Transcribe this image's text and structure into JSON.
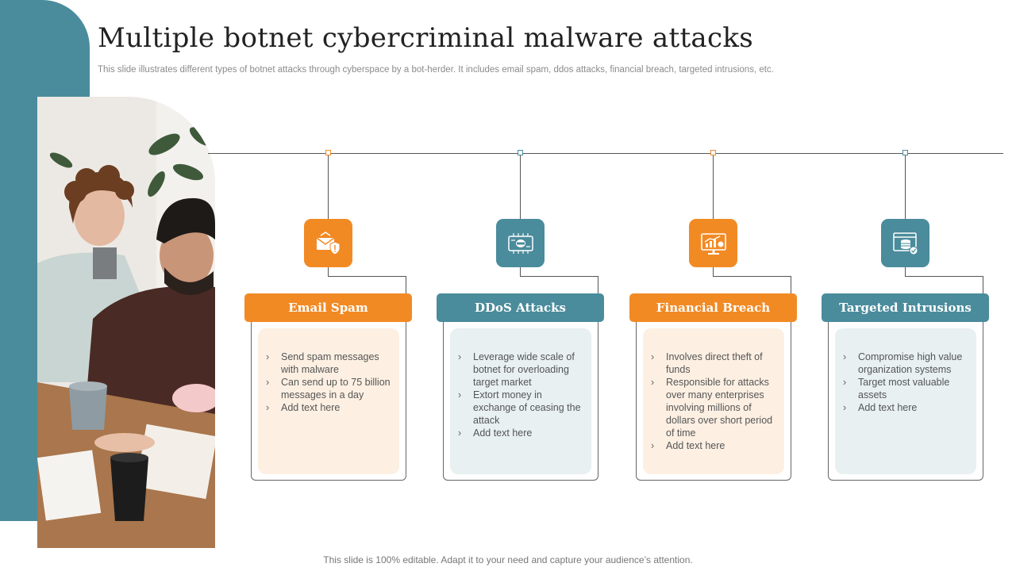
{
  "slide": {
    "title": "Multiple botnet cybercriminal malware attacks",
    "subtitle": "This slide illustrates different types of botnet attacks through cyberspace by a bot-herder. It includes email spam, ddos attacks, financial breach, targeted intrusions, etc.",
    "footer": "This slide is 100% editable. Adapt it to your need and capture your audience’s attention."
  },
  "colors": {
    "orange": "#f28a24",
    "teal": "#4a8c9c",
    "light_orange": "#fdf0e3",
    "light_teal": "#e8f0f2"
  },
  "cards": [
    {
      "title": "Email Spam",
      "icon": "email-warning-icon",
      "items": [
        "Send spam messages with malware",
        "Can send up to 75 billion messages in a day",
        "Add text here"
      ]
    },
    {
      "title": "DDoS Attacks",
      "icon": "botnet-chip-icon",
      "items": [
        "Leverage  wide scale of botnet for overloading target market",
        "Extort money in exchange of ceasing the attack",
        "Add text here"
      ]
    },
    {
      "title": "Financial Breach",
      "icon": "financial-chart-monitor-icon",
      "items": [
        "Involves  direct theft of funds",
        "Responsible for attacks over many enterprises involving  millions of dollars over short period of time",
        "Add text here"
      ]
    },
    {
      "title": "Targeted Intrusions",
      "icon": "server-window-icon",
      "items": [
        "Compromise high value organization systems",
        "Target  most valuable assets",
        "Add text here"
      ]
    }
  ]
}
